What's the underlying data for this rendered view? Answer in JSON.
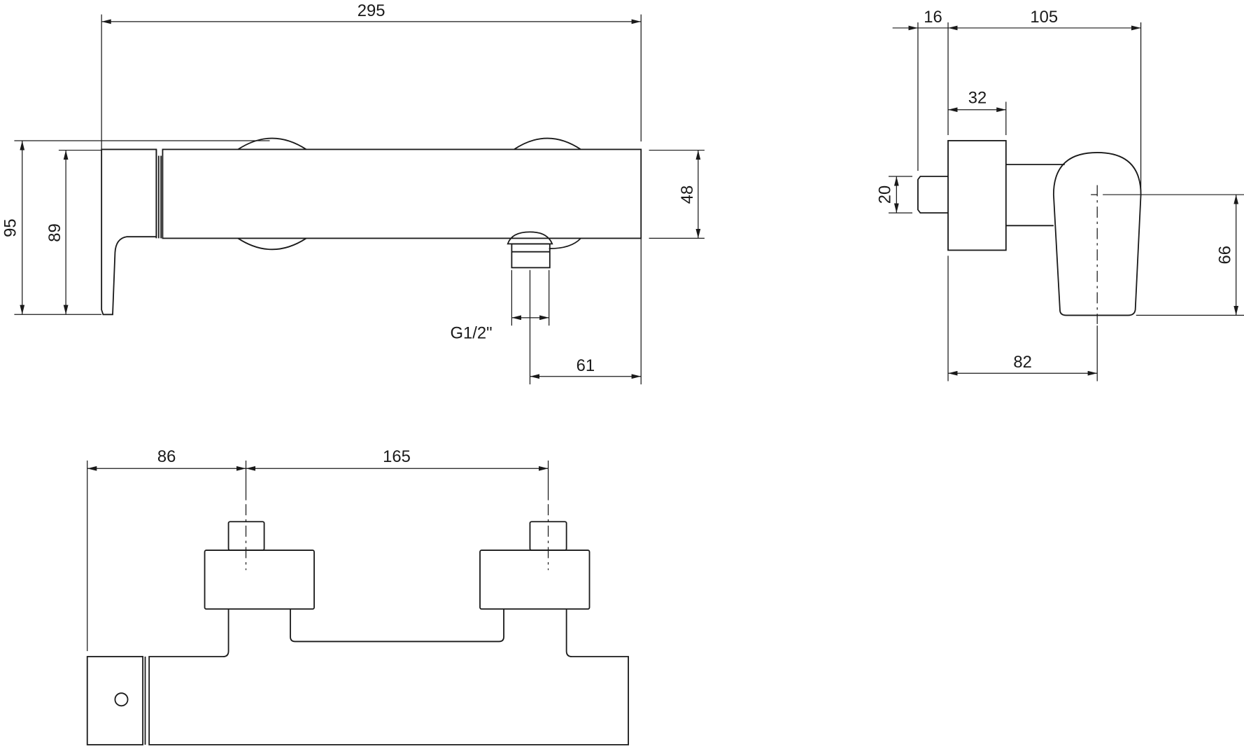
{
  "drawing": {
    "front_view": {
      "width_overall": "295",
      "height_overall": "95",
      "height_handle": "89",
      "body_height": "48",
      "outlet_thread": "G1/2\"",
      "outlet_offset": "61"
    },
    "side_view": {
      "stub_depth": "16",
      "projection": "105",
      "flange_depth": "32",
      "stub_diameter": "20",
      "handle_height": "66",
      "handle_axis_offset": "82"
    },
    "top_view": {
      "end_to_inlet": "86",
      "inlet_centers": "165"
    },
    "line_color": "#1a1a1a",
    "background": "#ffffff"
  }
}
